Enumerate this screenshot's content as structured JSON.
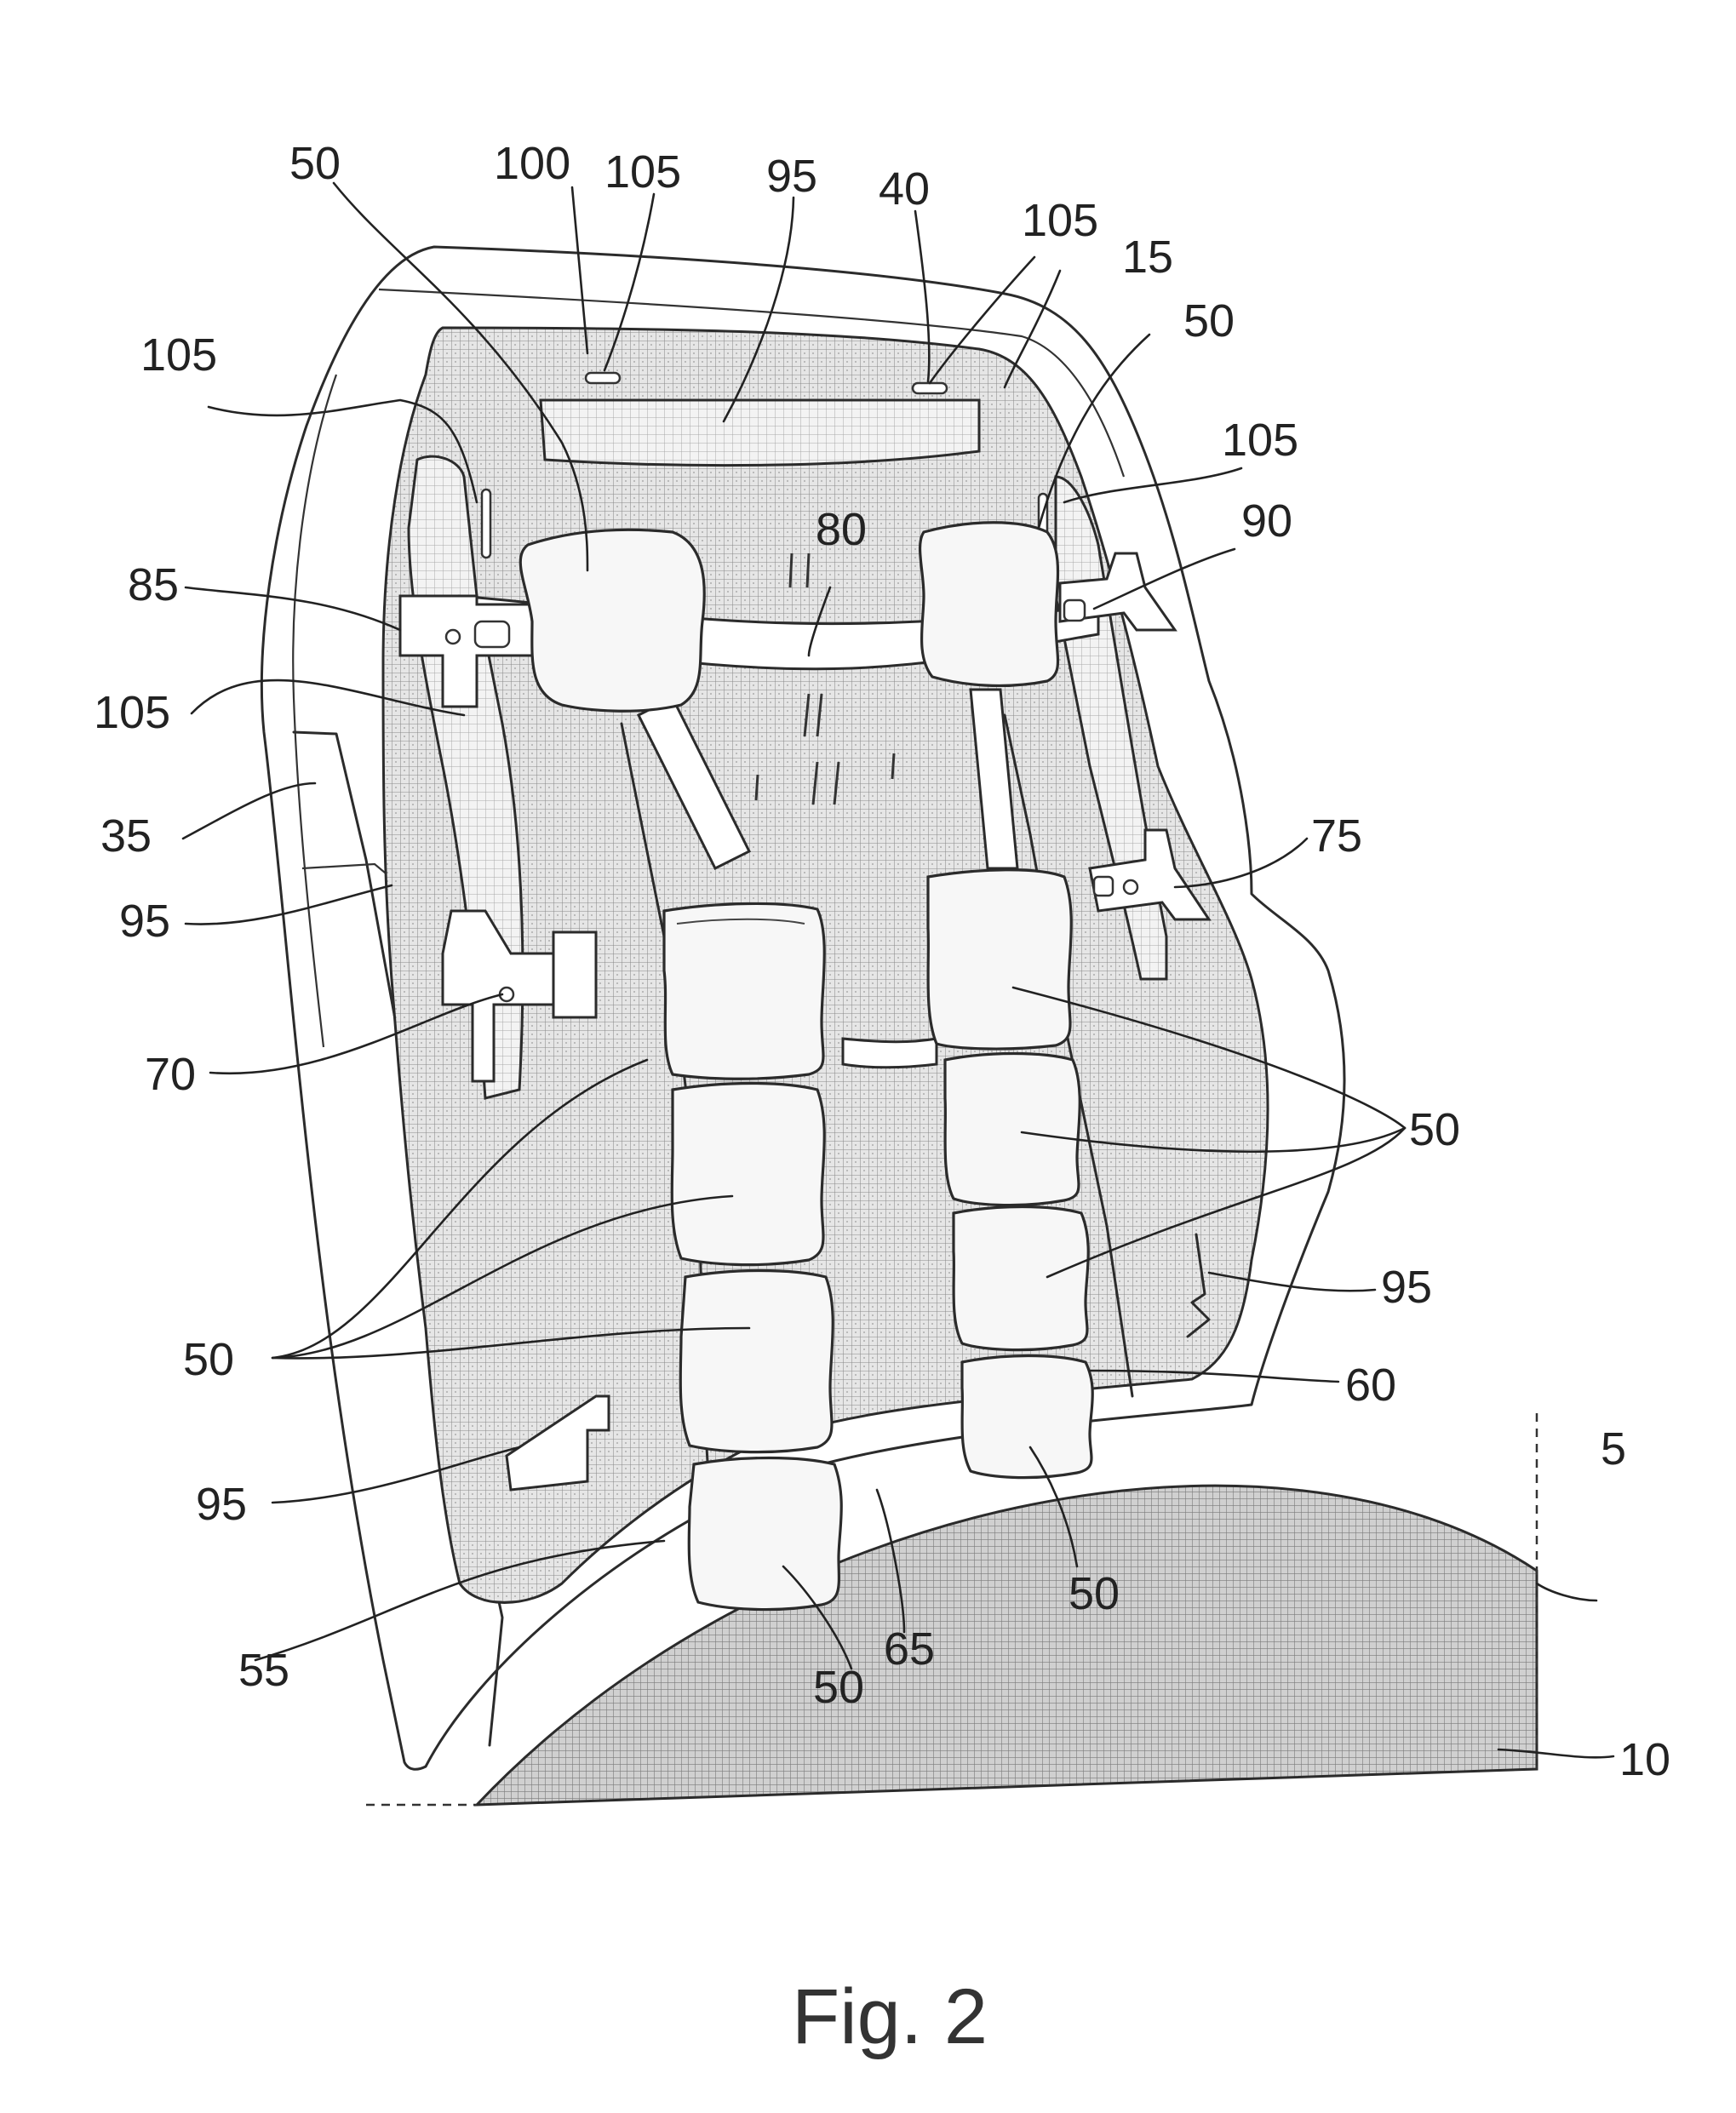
{
  "figure": {
    "caption": "Fig. 2",
    "reference_numerals": [
      {
        "id": "n50a",
        "text": "50"
      },
      {
        "id": "n100",
        "text": "100"
      },
      {
        "id": "n105a",
        "text": "105"
      },
      {
        "id": "n95a",
        "text": "95"
      },
      {
        "id": "n40",
        "text": "40"
      },
      {
        "id": "n105b",
        "text": "105"
      },
      {
        "id": "n15",
        "text": "15"
      },
      {
        "id": "n50b",
        "text": "50"
      },
      {
        "id": "n105c",
        "text": "105"
      },
      {
        "id": "n105d",
        "text": "105"
      },
      {
        "id": "n90",
        "text": "90"
      },
      {
        "id": "n85",
        "text": "85"
      },
      {
        "id": "n80",
        "text": "80"
      },
      {
        "id": "n105e",
        "text": "105"
      },
      {
        "id": "n35",
        "text": "35"
      },
      {
        "id": "n75",
        "text": "75"
      },
      {
        "id": "n95b",
        "text": "95"
      },
      {
        "id": "n70",
        "text": "70"
      },
      {
        "id": "n50c",
        "text": "50"
      },
      {
        "id": "n95c",
        "text": "95"
      },
      {
        "id": "n50d",
        "text": "50"
      },
      {
        "id": "n60",
        "text": "60"
      },
      {
        "id": "n95d",
        "text": "95"
      },
      {
        "id": "n5",
        "text": "5"
      },
      {
        "id": "n55",
        "text": "55"
      },
      {
        "id": "n65",
        "text": "65"
      },
      {
        "id": "n50e",
        "text": "50"
      },
      {
        "id": "n50f",
        "text": "50"
      },
      {
        "id": "n10",
        "text": "10"
      }
    ]
  },
  "colors": {
    "line": "#2b2b2b",
    "hatch_fill": "#d4d4d4",
    "background": "#ffffff"
  }
}
